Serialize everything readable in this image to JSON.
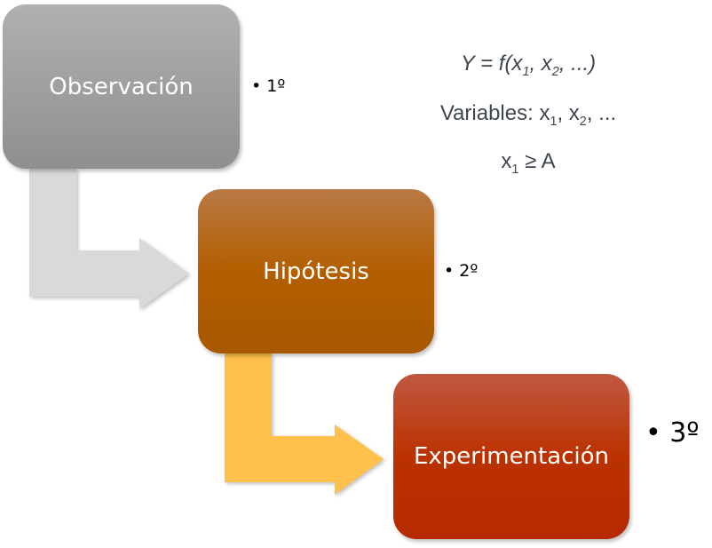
{
  "steps": [
    {
      "label": "Observación",
      "order": "• 1º",
      "color": "#9e9e9e"
    },
    {
      "label": "Hipótesis",
      "order": "• 2º",
      "color": "#b35f00"
    },
    {
      "label": "Experimentación",
      "order": "• 3º",
      "color": "#bb3200"
    }
  ],
  "arrows": [
    {
      "color": "#d9d9d9"
    },
    {
      "color": "#ffc14b"
    }
  ],
  "formulas": {
    "line1_prefix": "Y = f(x",
    "line1_sub1": "1",
    "line1_mid": ", x",
    "line1_sub2": "2",
    "line1_end": ", ...)",
    "line2_prefix": "Variables: x",
    "line2_sub1": "1",
    "line2_mid": ", x",
    "line2_sub2": "2",
    "line2_end": ", ...",
    "line3_prefix": "x",
    "line3_sub1": "1",
    "line3_end": " ≥ A"
  }
}
